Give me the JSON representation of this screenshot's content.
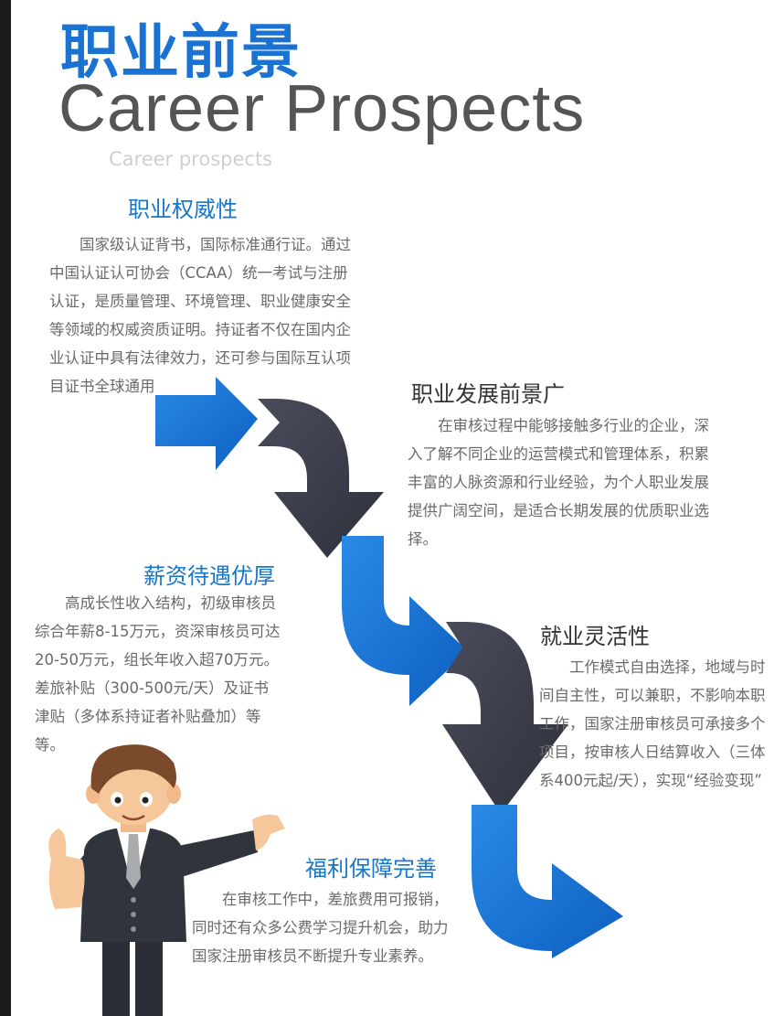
{
  "header": {
    "title_cn": "职业前景",
    "title_en": "Career Prospects",
    "subtitle_en": "Career prospects"
  },
  "sections": {
    "authority": {
      "heading": "职业权威性",
      "text": "国家级认证背书，国际标准通行证。通过中国认证认可协会（CCAA）统一考试与注册认证，是质量管理、环境管理、职业健康安全等领域的权威资质证明。持证者不仅在国内企业认证中具有法律效力，还可参与国际互认项目证书全球通用"
    },
    "development": {
      "heading": "职业发展前景广",
      "text": "在审核过程中能够接触多行业的企业，深入了解不同企业的运营模式和管理体系，积累丰富的人脉资源和行业经验，为个人职业发展提供广阔空间，是适合长期发展的优质职业选择。"
    },
    "salary": {
      "heading": "薪资待遇优厚",
      "text": "高成长性收入结构，初级审核员综合年薪8-15万元，资深审核员可达20-50万元，组长年收入超70万元。差旅补贴（300-500元/天）及证书津贴（多体系持证者补贴叠加）等等。"
    },
    "flexibility": {
      "heading": "就业灵活性",
      "text": "工作模式自由选择，地域与时间自主性，可以兼职，不影响本职工作，国家注册审核员可承接多个项目，按审核人日结算收入（三体系400元起/天），实现“经验变现”"
    },
    "benefits": {
      "heading": "福利保障完善",
      "text": "在审核工作中，差旅费用可报销，同时还有众多公费学习提升机会，助力国家注册审核员不断提升专业素养。"
    }
  },
  "colors": {
    "blue": "#1a73d2",
    "dark_arrow": "#3d3f4e",
    "heading_blue": "#1576cc"
  },
  "illustration": {
    "character": "businessman-thumbs-up"
  }
}
